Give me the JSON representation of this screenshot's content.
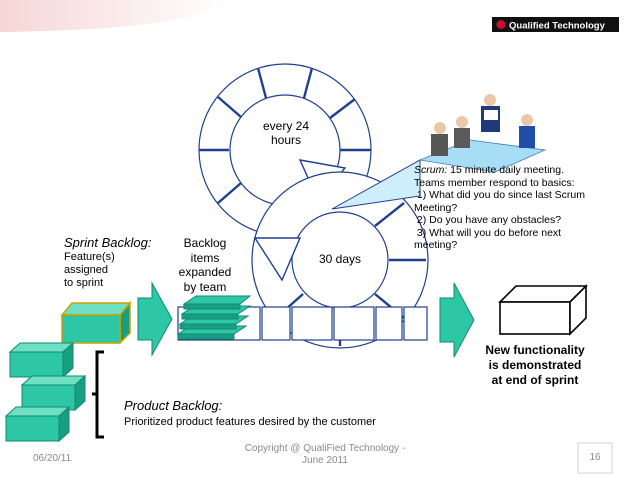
{
  "brand": {
    "name": "Qualified Technology"
  },
  "cycle": {
    "inner_label": "every 24\nhours",
    "outer_label": "30 days"
  },
  "sprint_backlog": {
    "title": "Sprint Backlog:",
    "desc": "Feature(s)\nassigned\nto sprint"
  },
  "backlog_items": {
    "text": "Backlog\nitems\nexpanded\nby team"
  },
  "scrum_note": {
    "lead": "Scrum:",
    "line1": " 15 minute daily meeting.",
    "lines": [
      "Teams member respond to basics:",
      " 1) What did you do since last Scrum",
      "Meeting?",
      " 2) Do you have any obstacles?",
      " 3) What will you do before next",
      "meeting?"
    ]
  },
  "product_backlog": {
    "title": "Product Backlog:",
    "desc": "Prioritized product features desired by the customer"
  },
  "new_functionality": {
    "text": "New functionality\nis demonstrated\nat end of sprint"
  },
  "footer": {
    "date": "06/20/11",
    "copyright": "Copyright @ QualiFied Technology -\nJune 2011",
    "page_number": "16"
  },
  "colors": {
    "teal": "#2ec7a6",
    "teal_dark": "#0f8a72",
    "outline": "#1f3f8f",
    "badge": "#c8102e"
  }
}
